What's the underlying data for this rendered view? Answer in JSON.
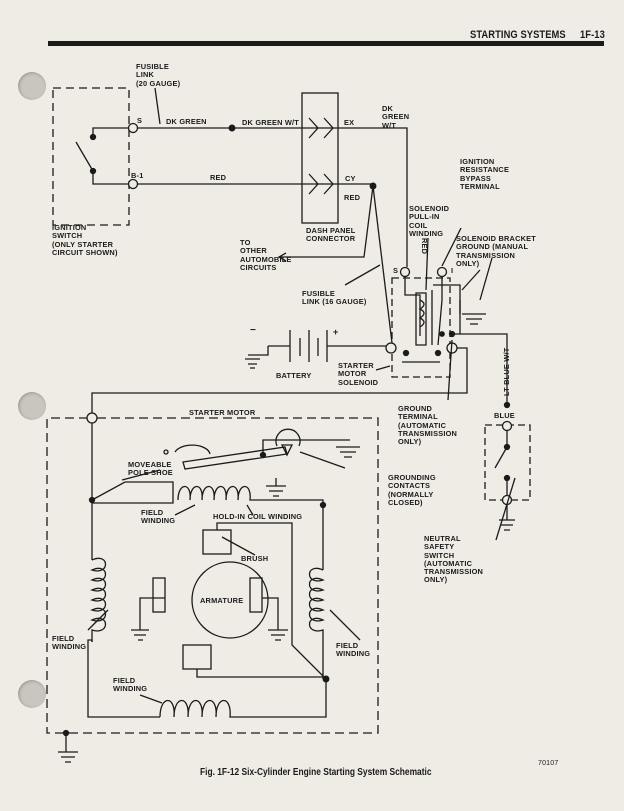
{
  "header": {
    "section": "STARTING SYSTEMS",
    "page": "1F-13"
  },
  "labels": {
    "fusible_link_20": "FUSIBLE\nLINK\n(20 GAUGE)",
    "s_terminal": "S",
    "dk_green": "DK GREEN",
    "dk_green_wt": "DK GREEN W/T",
    "b1_terminal": "B-1",
    "red": "RED",
    "ex": "EX",
    "cy": "CY",
    "red_cy": "RED",
    "dk_green_wt_right": "DK\nGREEN\nW/T",
    "ignition_switch": "IGNITION\nSWITCH\n(ONLY STARTER\nCIRCUIT SHOWN)",
    "dash_panel_connector": "DASH PANEL\nCONNECTOR",
    "to_other_circuits": "TO\nOTHER\nAUTOMOBILE\nCIRCUITS",
    "red_vertical": "RED",
    "ignition_bypass": "IGNITION\nRESISTANCE\nBYPASS\nTERMINAL",
    "solenoid_pullin": "SOLENOID\nPULL-IN\nCOIL\nWINDING",
    "solenoid_bracket": "SOLENOID BRACKET\nGROUND (MANUAL\nTRANSMISSION\nONLY)",
    "fusible_link_16": "FUSIBLE\nLINK (16 GAUGE)",
    "sol_s": "S",
    "sol_i": "I",
    "battery_minus": "−",
    "battery_plus": "+",
    "battery": "BATTERY",
    "starter_motor_solenoid": "STARTER\nMOTOR\nSOLENOID",
    "lt_blue_wt": "LT BLUE W/T",
    "ground_terminal": "GROUND\nTERMINAL\n(AUTOMATIC\nTRANSMISSION\nONLY)",
    "blue": "BLUE",
    "starter_motor": "STARTER MOTOR",
    "moveable_pole_shoe": "MOVEABLE\nPOLE SHOE",
    "grounding_contacts": "GROUNDING\nCONTACTS\n(NORMALLY\nCLOSED)",
    "field_winding_top": "FIELD\nWINDING",
    "hold_in_coil": "HOLD-IN COIL WINDING",
    "brush": "BRUSH",
    "neutral_safety": "NEUTRAL\nSAFETY\nSWITCH\n(AUTOMATIC\nTRANSMISSION\nONLY)",
    "armature": "ARMATURE",
    "field_winding_left": "FIELD\nWINDING",
    "field_winding_right": "FIELD\nWINDING",
    "field_winding_bottom": "FIELD\nWINDING"
  },
  "caption": "Fig. 1F-12    Six-Cylinder Engine Starting System Schematic",
  "figure_number": "70107"
}
